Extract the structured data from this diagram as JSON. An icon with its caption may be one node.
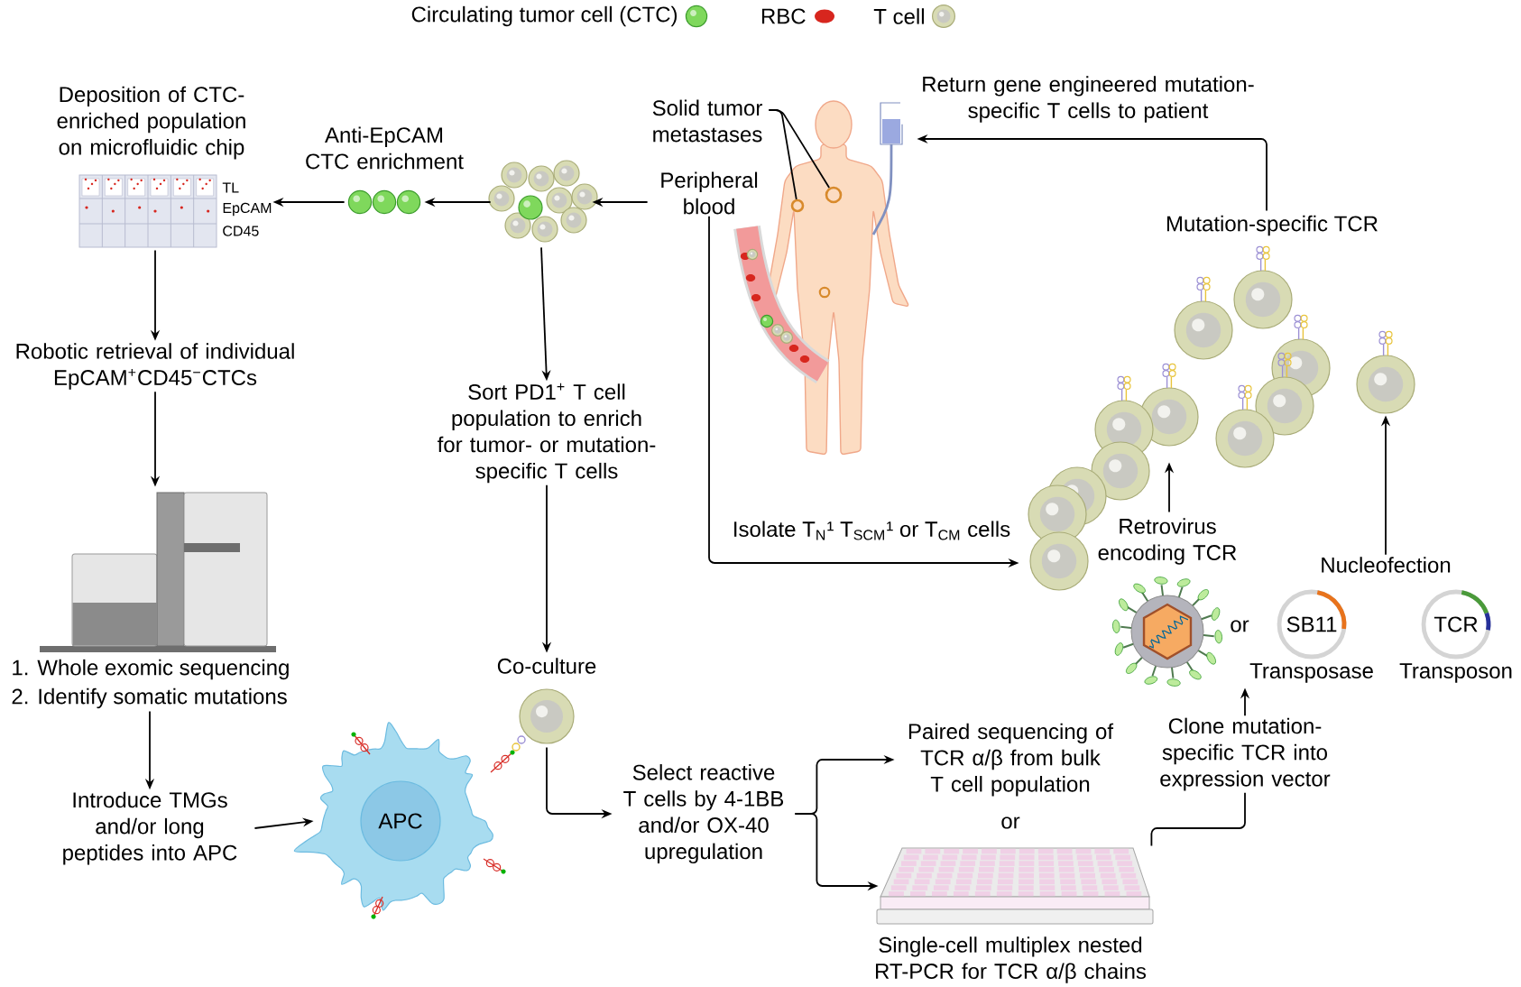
{
  "diagram": {
    "nodes": [
      {
        "text": [
          "Deposition of CTC-enriched population on microfluidic chip"
        ],
        "beside": [
          "TL",
          "EpCAM",
          "CD45"
        ]
      },
      {
        "text": [
          "Anti-EpCAM CTC enrichment"
        ]
      },
      {
        "text": [],
        "shape": "picture"
      },
      {
        "text": [
          "Peripheral blood"
        ]
      },
      {
        "text": [],
        "shape": "picture"
      },
      {
        "text": [
          "Solid tumor metastases"
        ]
      },
      {
        "text": [],
        "shape": "circle",
        "in": 4
      },
      {
        "text": [],
        "shape": "circle",
        "in": 4
      },
      {
        "text": [
          "Robotic retrieval of individual EpCAM$^{+}$CD45$^{−}$CTCs"
        ]
      },
      {
        "text": [
          "1. Whole exomic sequencing",
          "2. Identify somatic mutations"
        ]
      },
      {
        "text": [
          "Introduce TMGs and/or long peptides into APC"
        ]
      },
      {
        "text": [
          "APC"
        ]
      },
      {
        "text": [
          "Sort PD1$^{+}$ T cell population to enrich for tumor- or mutation-specific T cells"
        ]
      },
      {
        "text": [
          "Co-culture"
        ]
      },
      {
        "text": [
          "Select reactive T cells by 4-1BB and/or OX-40 upregulation"
        ]
      },
      {
        "text": [
          "Paired sequencing of TCR α/β from bulk T cell population"
        ]
      },
      {
        "text": [
          "Single-cell multiplex nested RT-PCR for TCR α/β chains"
        ]
      },
      {
        "text": [
          "Clone mutation-specific TCR into expression vector"
        ]
      },
      {
        "text": [
          "Retrovirus encoding TCR"
        ]
      },
      {
        "text": [
          "SB11"
        ],
        "beside": [
          "Transposase"
        ]
      },
      {
        "text": [
          "TCR"
        ],
        "beside": [
          "Transposon"
        ]
      },
      {
        "text": [
          "Nucleofection"
        ]
      },
      {
        "text": [],
        "shape": "picture"
      },
      {
        "text": [],
        "shape": "picture"
      }
    ],
    "edges": [
      {
        "from": 3,
        "to": 2,
        "arrow": "to"
      },
      {
        "from": 2,
        "to": 1,
        "arrow": "to"
      },
      {
        "from": 1,
        "to": 0,
        "arrow": "to"
      },
      {
        "from": 0,
        "to": 8,
        "arrow": "to"
      },
      {
        "from": 8,
        "to": 9,
        "arrow": "to"
      },
      {
        "from": 9,
        "to": 10,
        "arrow": "to"
      },
      {
        "from": 10,
        "to": 11,
        "arrow": "to"
      },
      {
        "from": 2,
        "to": 12,
        "arrow": "to"
      },
      {
        "from": 12,
        "to": 13,
        "arrow": "to"
      },
      {
        "from": 13,
        "to": 14,
        "arrow": "to"
      },
      {
        "from": 14,
        "to": 15,
        "arrow": "to"
      },
      {
        "from": 14,
        "to": 16,
        "arrow": "to"
      },
      {
        "from": 16,
        "to": 17,
        "arrow": "none"
      },
      {
        "from": 17,
        "to": 19,
        "arrow": "to"
      },
      {
        "from": 18,
        "to": 23,
        "arrow": "to"
      },
      {
        "from": 21,
        "to": 22,
        "arrow": "to"
      },
      {
        "from": 23,
        "to": 4,
        "arrow": "to",
        "label": "Return gene engineered mutation-specific T cells to patient"
      },
      {
        "from": 3,
        "to": 23,
        "arrow": "to",
        "label": "Isolate T$_{N}$¹ T$_{SCM}$¹ or T$_{CM}$ cells"
      },
      {
        "from": 5,
        "to": 6,
        "arrow": "none"
      },
      {
        "from": 5,
        "to": 7,
        "arrow": "none"
      }
    ],
    "labels": [
      "or",
      "or",
      "Mutation-specific TCR"
    ],
    "legend": [
      {
        "text": "Circulating tumor cell (CTC)"
      },
      {
        "text": "RBC"
      },
      {
        "text": "T cell"
      }
    ]
  }
}
